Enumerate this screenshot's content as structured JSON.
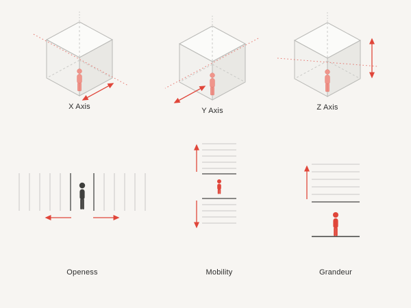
{
  "colors": {
    "background": "#f7f5f2",
    "accent_red": "#e0463a",
    "dotted_red": "#e4625a",
    "figure_pink": "#f0958b",
    "line_light": "#c8c8c6",
    "line_dark": "#474745",
    "label": "#2b2b2b"
  },
  "panels": {
    "top_row": [
      {
        "label": "X Axis",
        "icon": "isometric-cube-x-axis",
        "arrow_direction": "diagonal-lower-right"
      },
      {
        "label": "Y Axis",
        "icon": "isometric-cube-y-axis",
        "arrow_direction": "diagonal-lower-left"
      },
      {
        "label": "Z Axis",
        "icon": "isometric-cube-z-axis",
        "arrow_direction": "vertical"
      }
    ],
    "bottom_row": [
      {
        "label": "Openess",
        "icon": "openness-diagram"
      },
      {
        "label": "Mobility",
        "icon": "mobility-diagram"
      },
      {
        "label": "Grandeur",
        "icon": "grandeur-diagram"
      }
    ]
  }
}
